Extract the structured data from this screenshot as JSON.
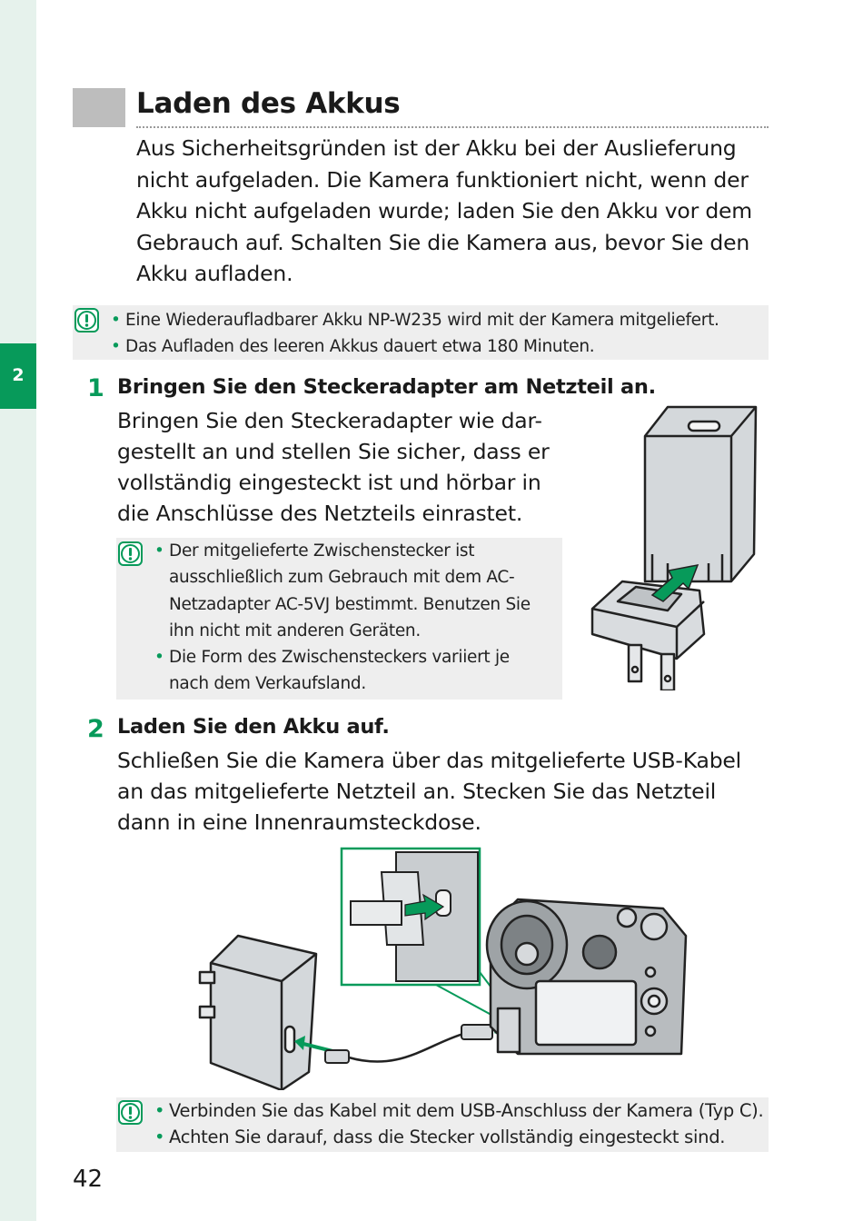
{
  "chapter_tab": "2",
  "heading": "Laden des Akkus",
  "intro": "Aus Sicherheitsgründen ist der Akku bei der Auslieferung nicht aufgeladen. Die Kamera funktioniert nicht, wenn der Akku nicht aufgeladen wurde; laden Sie den Akku vor dem Gebrauch auf. Schalten Sie die Kamera aus, bevor Sie den Akku aufladen.",
  "note_icon": "caution-icon",
  "note1": {
    "items": [
      "Eine Wiederaufladbarer Akku NP-W235 wird mit der Kamera mitgeliefert.",
      "Das Aufladen des leeren Akkus dauert etwa 180 Minuten."
    ]
  },
  "step1": {
    "number": "1",
    "title": "Bringen Sie den Steckeradapter am Netzteil an.",
    "lines": [
      "Bringen Sie den Steckeradapter wie dar-",
      "gestellt an und stellen Sie sicher, dass er",
      "vollständig eingesteckt ist und hörbar in",
      "die Anschlüsse des Netzteils einrastet."
    ],
    "note": [
      "Der mitgelieferte Zwischenstecker ist ausschließlich zum Gebrauch mit dem AC-Netzadapter AC-5VJ bestimmt. Benutzen Sie ihn nicht mit anderen Geräten.",
      "Die Form des Zwischensteckers variiert je nach dem Verkaufsland."
    ]
  },
  "step2": {
    "number": "2",
    "title": "Laden Sie den Akku auf.",
    "lines": [
      "Schließen Sie die Kamera über das mitgelieferte USB-Kabel",
      "an das mitgelieferte Netzteil an. Stecken Sie das Netzteil",
      "dann in eine Innenraumsteckdose."
    ],
    "note": [
      "Verbinden Sie das Kabel mit dem USB-Anschluss der Kamera (Typ C).",
      "Achten Sie darauf, dass die Stecker vollständig eingesteckt sind."
    ]
  },
  "page_number": "42",
  "colors": {
    "accent": "#079a5a",
    "side_strip": "#e6f2ec",
    "note_bg": "#eeeeee",
    "heading_block": "#bdbdbd"
  }
}
